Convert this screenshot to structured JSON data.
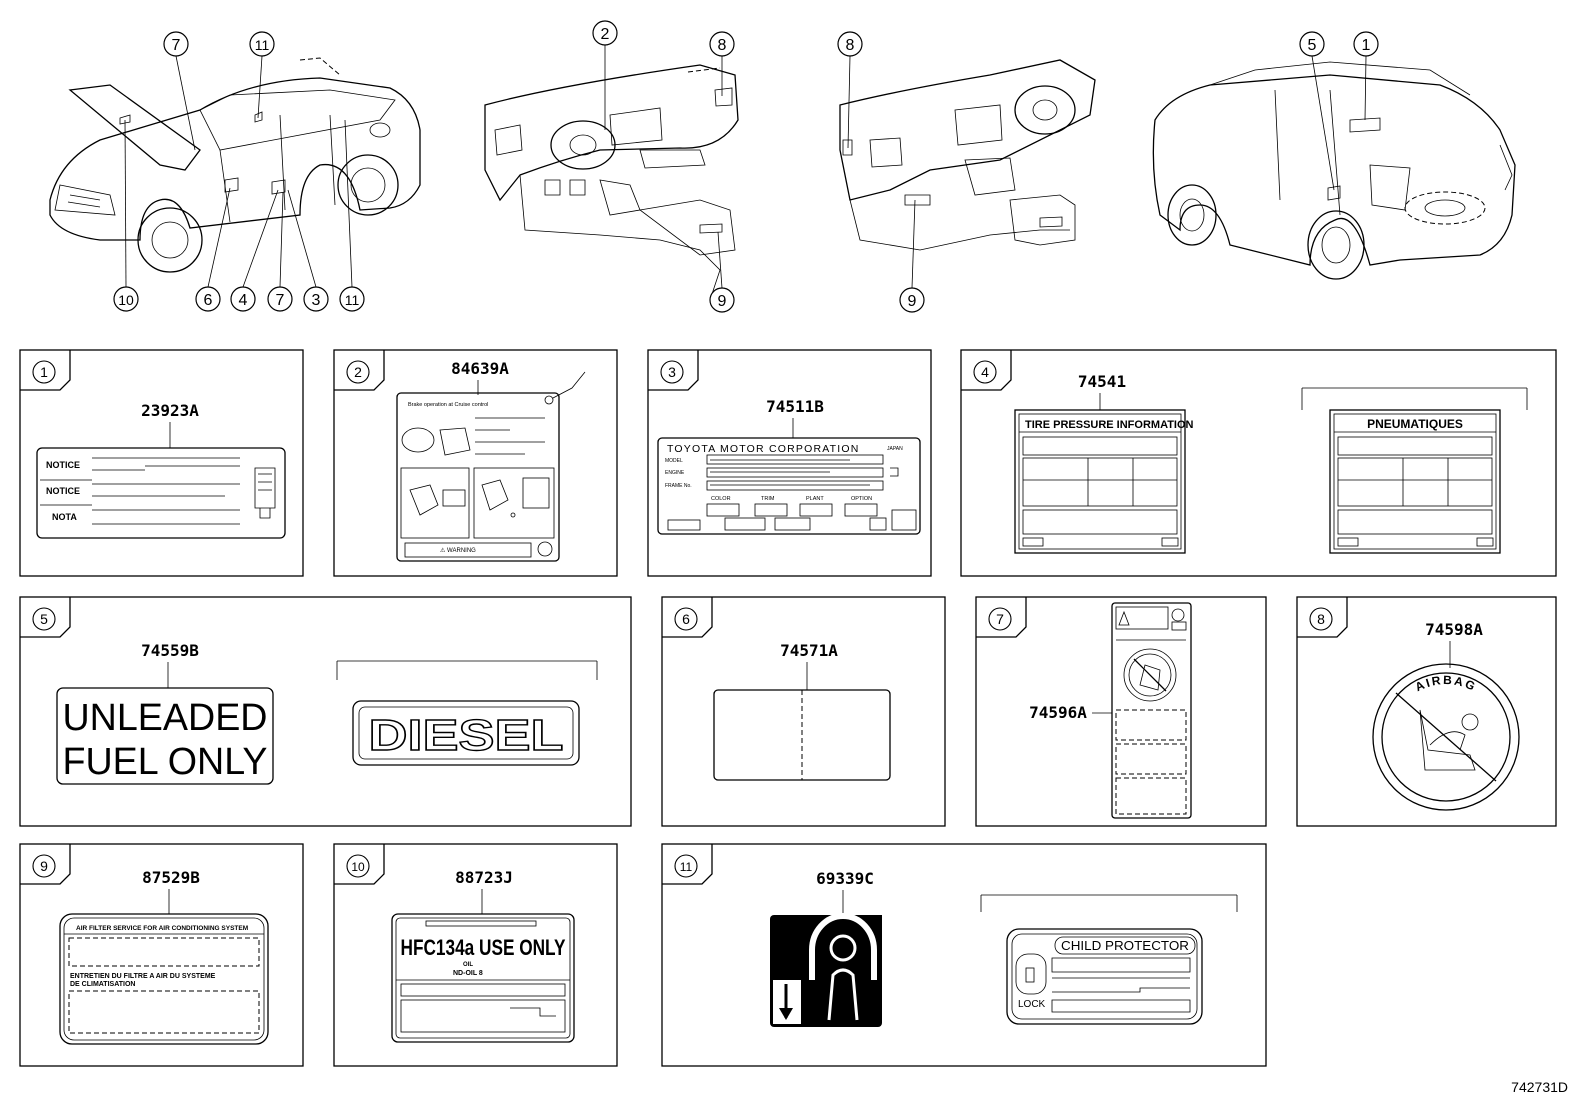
{
  "diagram_code": "742731D",
  "callout_numbers": {
    "car1": [
      "7",
      "11",
      "10",
      "6",
      "4",
      "7",
      "3",
      "11"
    ],
    "dash1": [
      "2",
      "8",
      "9"
    ],
    "dash2": [
      "8",
      "9"
    ],
    "car2": [
      "5",
      "1"
    ]
  },
  "panels": [
    {
      "num": "1",
      "part": "23923A",
      "lines": [
        "NOTICE",
        "NOTICE",
        "NOTA"
      ]
    },
    {
      "num": "2",
      "part": "84639A",
      "lines": [
        "Brake operation at Cruise control",
        "⚠ WARNING"
      ]
    },
    {
      "num": "3",
      "part": "74511B",
      "lines": [
        "TOYOTA MOTOR CORPORATION",
        "JAPAN",
        "MODEL",
        "ENGINE",
        "FRAME No.",
        "COLOR",
        "TRIM",
        "PLANT",
        "OPTION"
      ]
    },
    {
      "num": "4",
      "part": "74541",
      "lines": [
        "TIRE PRESSURE INFORMATION",
        "PNEUMATIQUES"
      ]
    },
    {
      "num": "5",
      "part": "74559B",
      "lines": [
        "UNLEADED",
        "FUEL ONLY",
        "DIESEL"
      ]
    },
    {
      "num": "6",
      "part": "74571A",
      "lines": []
    },
    {
      "num": "7",
      "part": "74596A",
      "lines": []
    },
    {
      "num": "8",
      "part": "74598A",
      "lines": [
        "AIRBAG"
      ]
    },
    {
      "num": "9",
      "part": "87529B",
      "lines": [
        "AIR FILTER SERVICE FOR AIR CONDITIONING SYSTEM",
        "ENTRETIEN DU FILTRE A AIR DU SYSTEME",
        "DE CLIMATISATION"
      ]
    },
    {
      "num": "10",
      "part": "88723J",
      "lines": [
        "HFC134a USE ONLY",
        "OIL",
        "ND-OIL 8"
      ]
    },
    {
      "num": "11",
      "part": "69339C",
      "lines": [
        "CHILD PROTECTOR",
        "LOCK"
      ]
    }
  ]
}
